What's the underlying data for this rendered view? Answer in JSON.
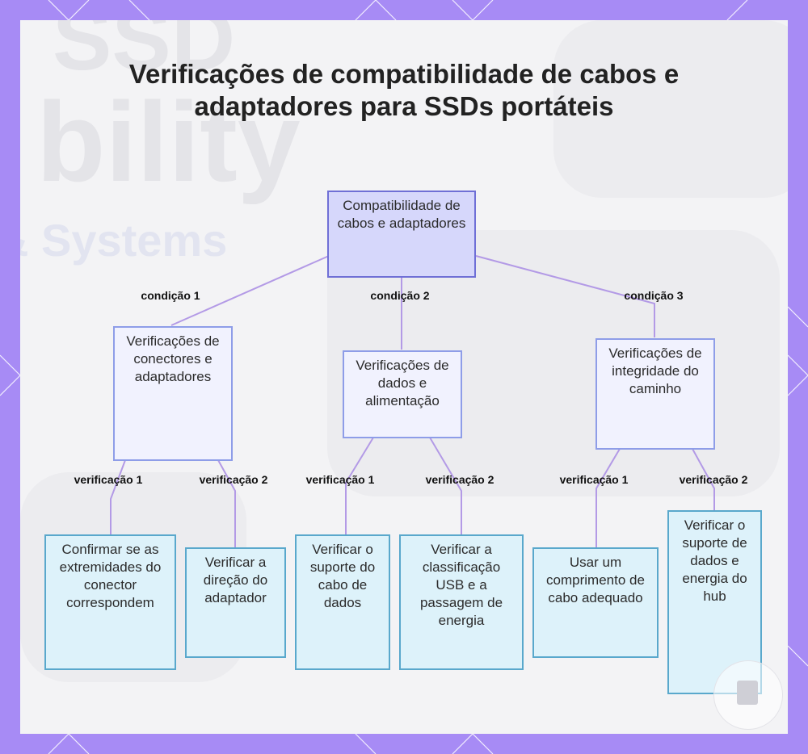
{
  "title": "Verificações de compatibilidade de cabos e adaptadores para SSDs portáteis",
  "background_watermark": [
    "SSD",
    "bility",
    "& Systems"
  ],
  "colors": {
    "frame": "#a78bf5",
    "canvas": "#f3f3f5",
    "root_fill": "#d6d7fb",
    "mid_fill": "#f1f2fe",
    "leaf_fill": "#ddf2fa",
    "connector": "#b39ae6"
  },
  "root": {
    "label": "Compatibilidade de cabos e adaptadores"
  },
  "branches": [
    {
      "edge_label": "condição 1",
      "label": "Verificações de conectores e adaptadores",
      "checks": [
        {
          "edge_label": "verificação 1",
          "label": "Confirmar se as extremidades do conector correspondem"
        },
        {
          "edge_label": "verificação 2",
          "label": "Verificar a direção do adaptador"
        }
      ]
    },
    {
      "edge_label": "condição 2",
      "label": "Verificações de dados e alimentação",
      "checks": [
        {
          "edge_label": "verificação 1",
          "label": "Verificar o suporte do cabo de dados"
        },
        {
          "edge_label": "verificação 2",
          "label": "Verificar a classificação USB e a passagem de energia"
        }
      ]
    },
    {
      "edge_label": "condição 3",
      "label": "Verificações de integridade do caminho",
      "checks": [
        {
          "edge_label": "verificação 1",
          "label": "Usar um comprimento de cabo adequado"
        },
        {
          "edge_label": "verificação 2",
          "label": "Verificar o suporte de dados e energia do hub"
        }
      ]
    }
  ]
}
